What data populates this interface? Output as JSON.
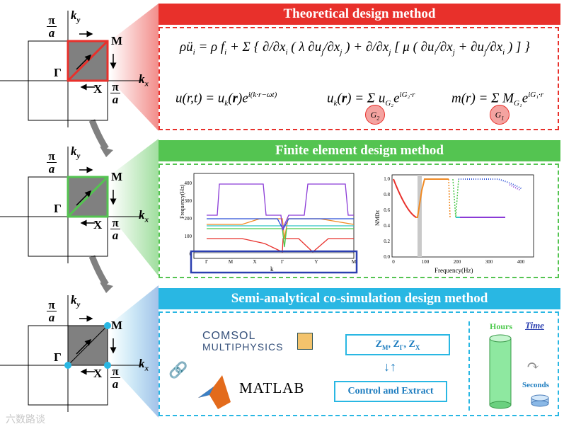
{
  "banners": {
    "theory": "Theoretical design method",
    "fem": "Finite element design method",
    "semi": "Semi-analytical co-simulation design method"
  },
  "colors": {
    "red": "#e8302b",
    "green": "#54c451",
    "blue": "#29b7e3"
  },
  "bz": {
    "pi": "π",
    "a": "a",
    "ky": "k",
    "ky_sub": "y",
    "kx": "k",
    "kx_sub": "x",
    "gamma": "Γ",
    "x_pt": "X",
    "m_pt": "M"
  },
  "equations": {
    "eq1_lhs": "ρü",
    "eq2": "u(r,t) = u",
    "eq3": "u",
    "eq4": "m(r) =",
    "g2": "G",
    "g1": "G"
  },
  "left_chart": {
    "ylabel": "Frequency(Hz)",
    "xlabel": "k",
    "yticks": [
      "0",
      "100",
      "200",
      "300",
      "400"
    ],
    "xticks": [
      "Γ",
      "M",
      "X",
      "Γ",
      "Γ",
      "Y",
      "M"
    ]
  },
  "right_chart": {
    "ylabel": "NMDz",
    "xlabel": "Frequency(Hz)",
    "yticks": [
      "0.0",
      "0.2",
      "0.4",
      "0.6",
      "0.8",
      "1.0"
    ],
    "xticks": [
      "0",
      "100",
      "200",
      "300",
      "400"
    ]
  },
  "semi": {
    "comsol_line1": "COMSOL",
    "comsol_line2": "MULTIPHYSICS",
    "matlab": "MATLAB",
    "z_box": "Z",
    "z_m": "M",
    "z_g": "Γ",
    "z_x": "X",
    "control_box": "Control and Extract",
    "hours": "Hours",
    "time": "Time",
    "seconds": "Seconds"
  },
  "watermark": "六数路谈"
}
